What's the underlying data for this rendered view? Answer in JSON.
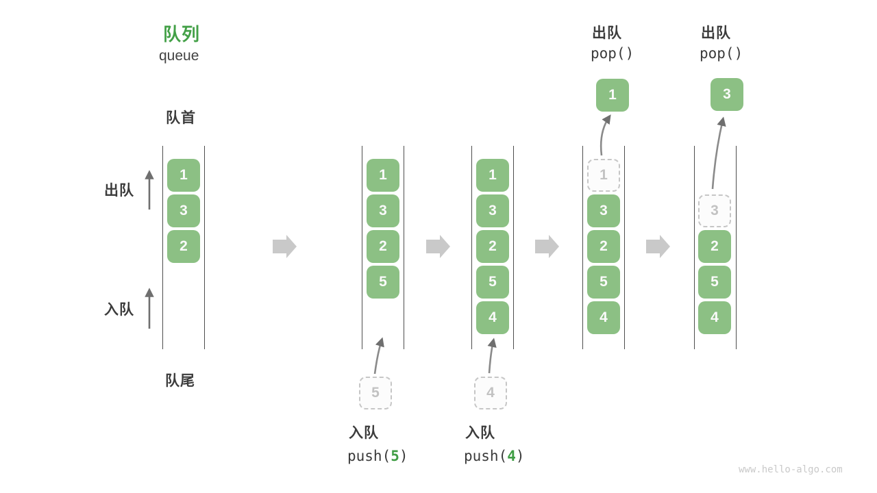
{
  "title": {
    "zh": "队列",
    "en": "queue"
  },
  "labels": {
    "front": "队首",
    "rear": "队尾",
    "dequeue": "出队",
    "enqueue": "入队"
  },
  "operations": {
    "push5": {
      "name_zh": "入队",
      "fn": "push(",
      "arg": "5",
      "close": ")"
    },
    "push4": {
      "name_zh": "入队",
      "fn": "push(",
      "arg": "4",
      "close": ")"
    },
    "pop1": {
      "name_zh": "出队",
      "code": "pop()"
    },
    "pop2": {
      "name_zh": "出队",
      "code": "pop()"
    }
  },
  "states": [
    {
      "queue": [
        "1",
        "3",
        "2"
      ]
    },
    {
      "queue": [
        "1",
        "3",
        "2",
        "5"
      ],
      "incoming": "5"
    },
    {
      "queue": [
        "1",
        "3",
        "2",
        "5",
        "4"
      ],
      "incoming": "4"
    },
    {
      "queue": [
        "3",
        "2",
        "5",
        "4"
      ],
      "removed": "1",
      "popped": "1"
    },
    {
      "queue": [
        "2",
        "5",
        "4"
      ],
      "removed": "3",
      "popped": "3"
    }
  ],
  "colors": {
    "box_green": "#8cc084",
    "title_green": "#43a047",
    "code_arg_green": "#3f9d44",
    "text_dark": "#3c3c3c",
    "block_arrow_gray": "#c9c9c9",
    "thin_arrow_gray": "#6f6f6f",
    "dashed_gray": "#c6c6c6"
  },
  "watermark": "www.hello-algo.com"
}
